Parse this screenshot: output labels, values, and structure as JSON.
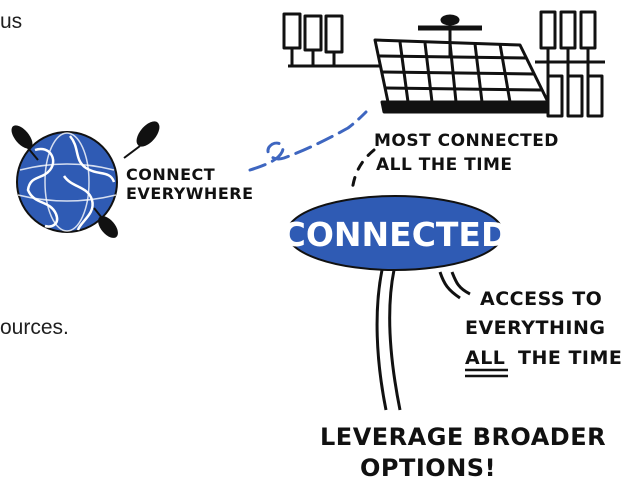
{
  "fragments": {
    "top_left": "us",
    "mid_left": "ources."
  },
  "labels": {
    "connect_everywhere": [
      "CONNECT",
      "EVERYWHERE"
    ],
    "most_connected": [
      "MOST CONNECTED",
      "ALL THE TIME"
    ],
    "center": "CONNECTED",
    "access": [
      "ACCESS TO",
      "EVERYTHING",
      "ALL",
      "THE TIME"
    ],
    "leverage": [
      "LEVERAGE BROADER",
      "OPTIONS!"
    ]
  },
  "colors": {
    "ink": "#111111",
    "accent_blue": "#2f5bb4",
    "connector_blue": "#3e66c0"
  },
  "icons": [
    "globe-icon",
    "satellite-icon"
  ]
}
